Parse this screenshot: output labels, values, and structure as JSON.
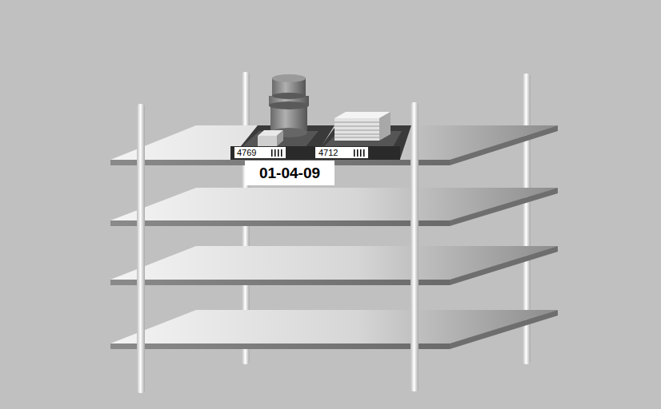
{
  "diagram": {
    "nodes": [
      {
        "text": [
          "01-04-09"
        ]
      }
    ],
    "labels": [
      "4769",
      "4712"
    ]
  }
}
